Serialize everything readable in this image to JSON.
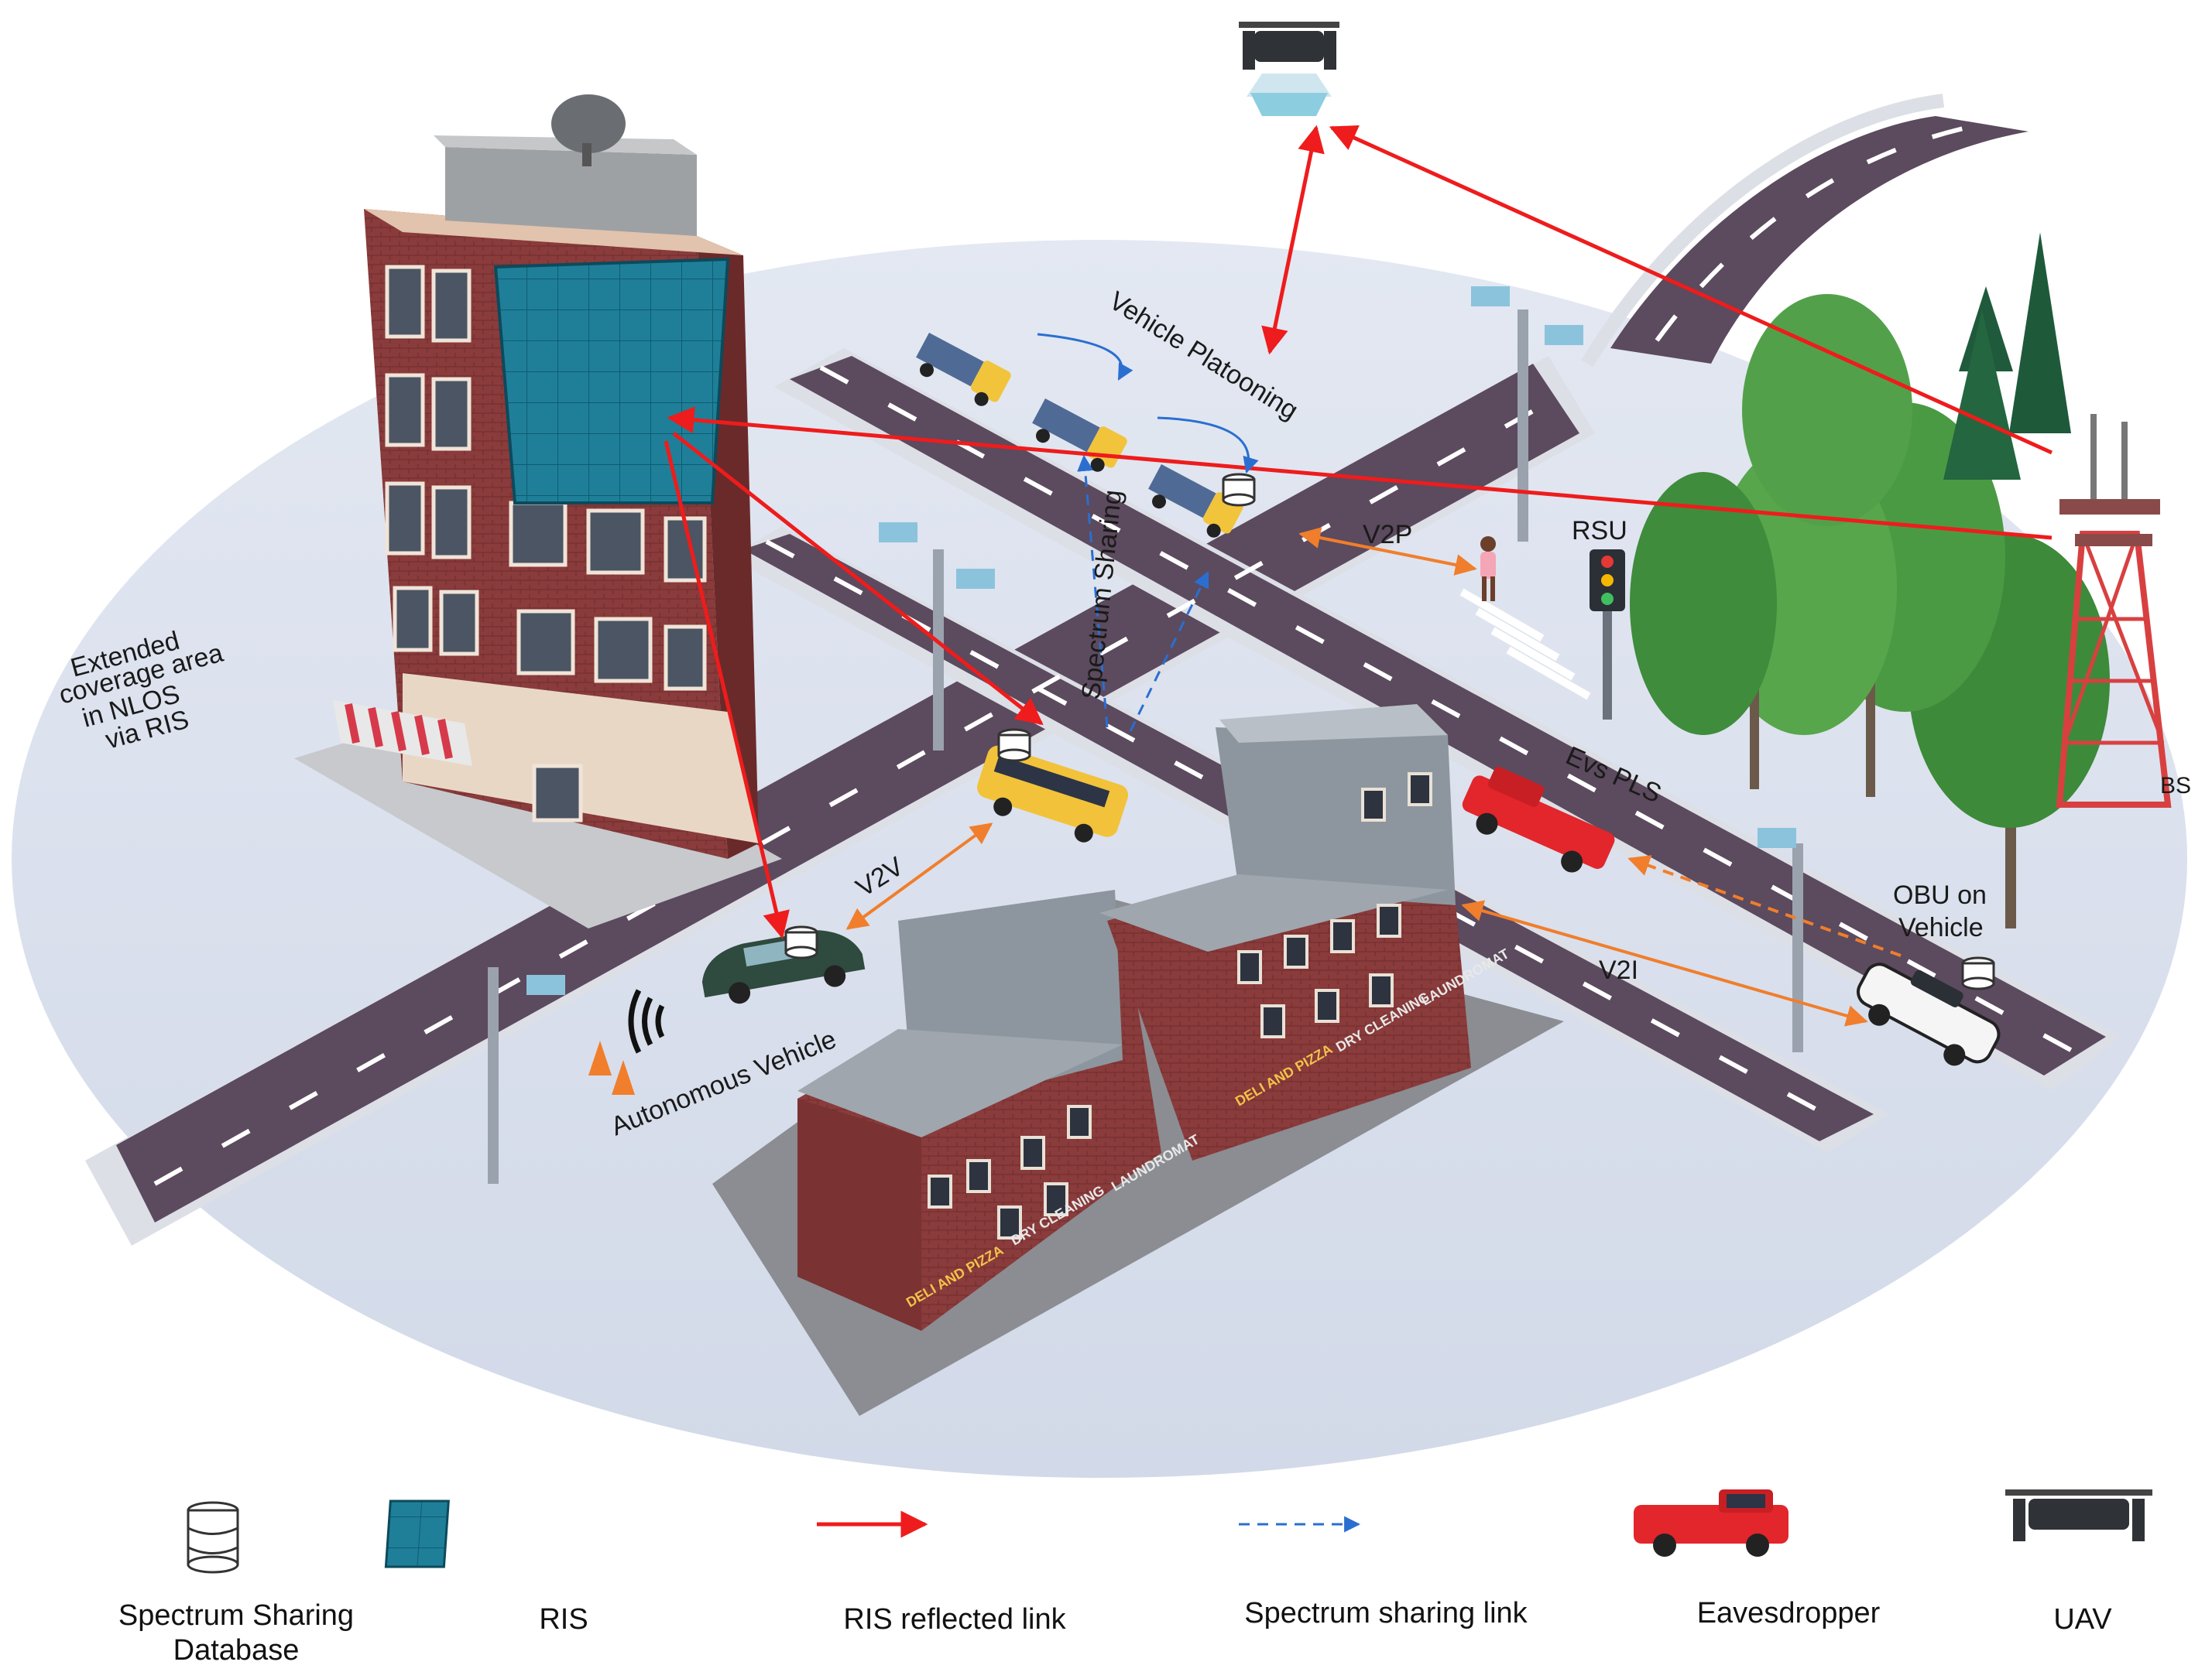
{
  "colors": {
    "ellipse": "#d9e0ee",
    "road": "#5c4a5e",
    "road_edge": "#3b2f3e",
    "sidewalk": "#dcdfe6",
    "ris_link": "#ee1c1c",
    "spectrum_link": "#2a6fd0",
    "v2x_link": "#f07e2c",
    "ris_panel": "#1d7d96",
    "brick": "#8a3b3b"
  },
  "labels": {
    "extended_coverage": [
      "Extended",
      "coverage area",
      "in NLOS",
      "via RIS"
    ],
    "vehicle_platooning": "Vehicle Platooning",
    "spectrum_sharing": "Spectrum Sharing",
    "v2p": "V2P",
    "rsu": "RSU",
    "bs": "BS",
    "evs_pls": "Evs PLS",
    "obu": [
      "OBU on",
      "Vehicle"
    ],
    "v2i": "V2I",
    "v2v": "V2V",
    "autonomous_vehicle": "Autonomous Vehicle",
    "shop_sign_1": "DELI AND PIZZA",
    "shop_sign_2": "DRY CLEANING",
    "shop_sign_3": "LAUNDROMAT"
  },
  "legend": [
    {
      "icon": "database-icon",
      "label": [
        "Spectrum Sharing",
        "Database"
      ]
    },
    {
      "icon": "ris-panel-icon",
      "label": [
        "RIS"
      ]
    },
    {
      "icon": "red-arrow-icon",
      "label": [
        "RIS reflected link"
      ]
    },
    {
      "icon": "blue-dashed-arrow-icon",
      "label": [
        "Spectrum sharing link"
      ]
    },
    {
      "icon": "red-pickup-icon",
      "label": [
        "Eavesdropper"
      ]
    },
    {
      "icon": "drone-icon",
      "label": [
        "UAV"
      ]
    }
  ]
}
